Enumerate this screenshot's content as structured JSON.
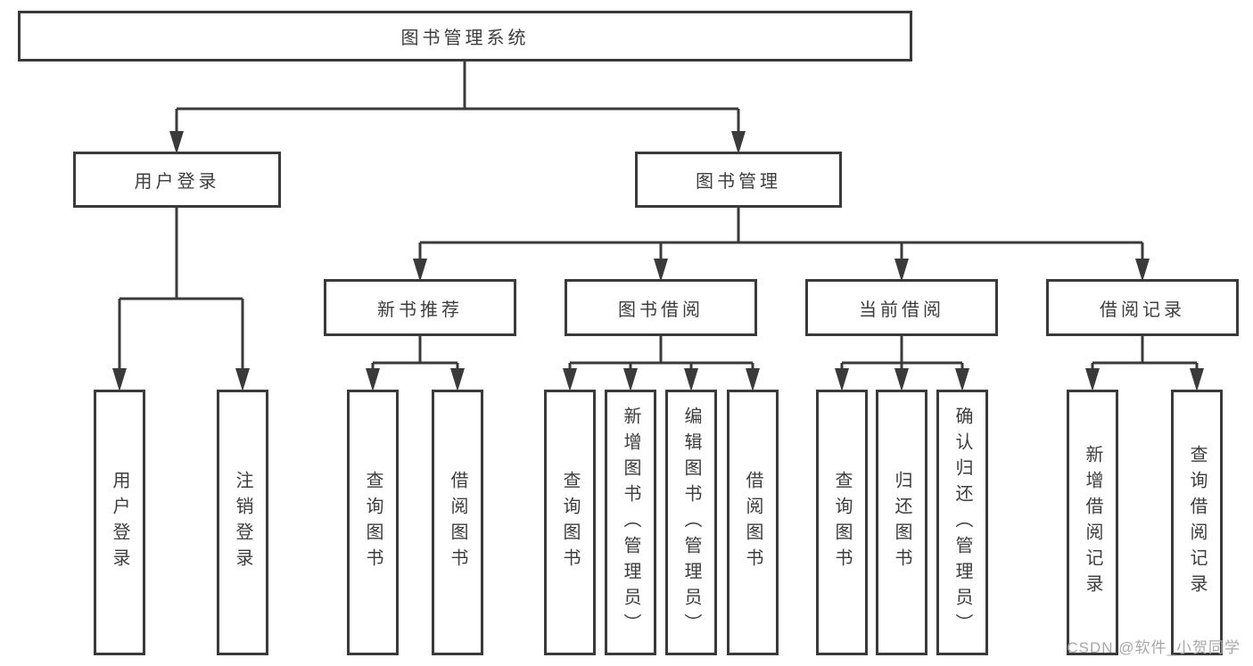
{
  "watermark": {
    "text": "CSDN @软件_小贺同学"
  },
  "colors": {
    "line": "#3a3a3a",
    "box_border": "#3a3a3a",
    "box_fill": "#ffffff",
    "text": "#3d3d3d",
    "watermark": "#a8a8a8",
    "background": "#ffffff"
  },
  "tree": {
    "label": "图书管理系统",
    "children": [
      {
        "label": "用户登录",
        "children": [
          {
            "label": "用户登录"
          },
          {
            "label": "注销登录"
          }
        ]
      },
      {
        "label": "图书管理",
        "children": [
          {
            "label": "新书推荐",
            "children": [
              {
                "label": "查询图书"
              },
              {
                "label": "借阅图书"
              }
            ]
          },
          {
            "label": "图书借阅",
            "children": [
              {
                "label": "查询图书"
              },
              {
                "label": "新增图书（管理员）"
              },
              {
                "label": "编辑图书（管理员）"
              },
              {
                "label": "借阅图书"
              }
            ]
          },
          {
            "label": "当前借阅",
            "children": [
              {
                "label": "查询图书"
              },
              {
                "label": "归还图书"
              },
              {
                "label": "确认归还（管理员）"
              }
            ]
          },
          {
            "label": "借阅记录",
            "children": [
              {
                "label": "新增借阅记录"
              },
              {
                "label": "查询借阅记录"
              }
            ]
          }
        ]
      }
    ]
  }
}
